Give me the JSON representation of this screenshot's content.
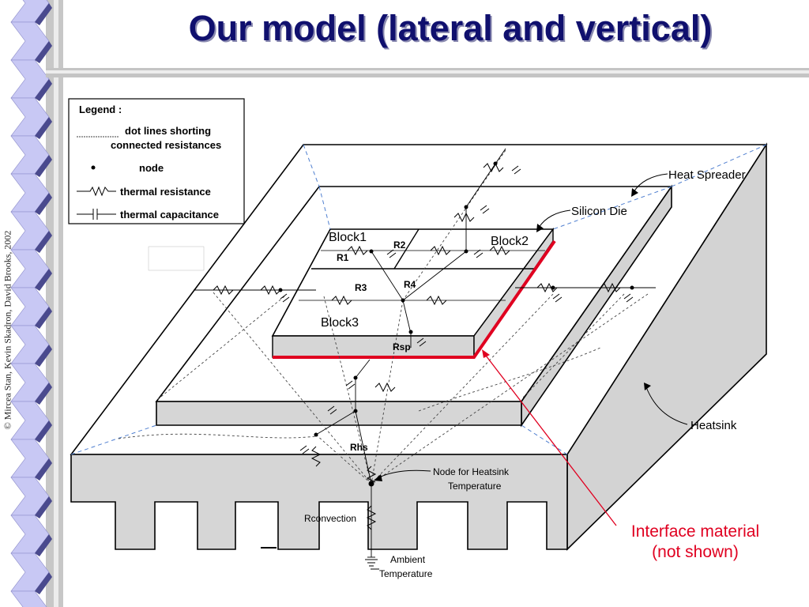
{
  "slide": {
    "title": "Our model (lateral and vertical)",
    "copyright": "© Mircea Stan, Kevin Skadron, David Brooks, 2002"
  },
  "legend": {
    "heading": "Legend :",
    "dot_line_label_1": "dot lines shorting",
    "dot_line_label_2": "connected resistances",
    "node_label": "node",
    "resistance_label": "thermal resistance",
    "capacitance_label": "thermal capacitance"
  },
  "diagram": {
    "blocks": [
      "Block1",
      "Block2",
      "Block3"
    ],
    "resistors": [
      "R1",
      "R2",
      "R3",
      "R4",
      "Rsp",
      "Rhs",
      "Rconvection"
    ],
    "callouts": {
      "heat_spreader": "Heat Spreader",
      "silicon_die": "Silicon Die",
      "heatsink": "Heatsink",
      "node_heatsink_1": "Node for Heatsink",
      "node_heatsink_2": "Temperature",
      "ambient_1": "Ambient",
      "ambient_2": "Temperature",
      "interface_1": "Interface material",
      "interface_2": "(not shown)"
    }
  },
  "colors": {
    "title": "#10106e",
    "interface_highlight": "#e00020",
    "sidebar_tile_light": "#c8c8f4",
    "sidebar_tile_dark": "#4a4a8e",
    "grey_face": "#d6d6d6",
    "dash_blue": "#4f7fd0"
  }
}
